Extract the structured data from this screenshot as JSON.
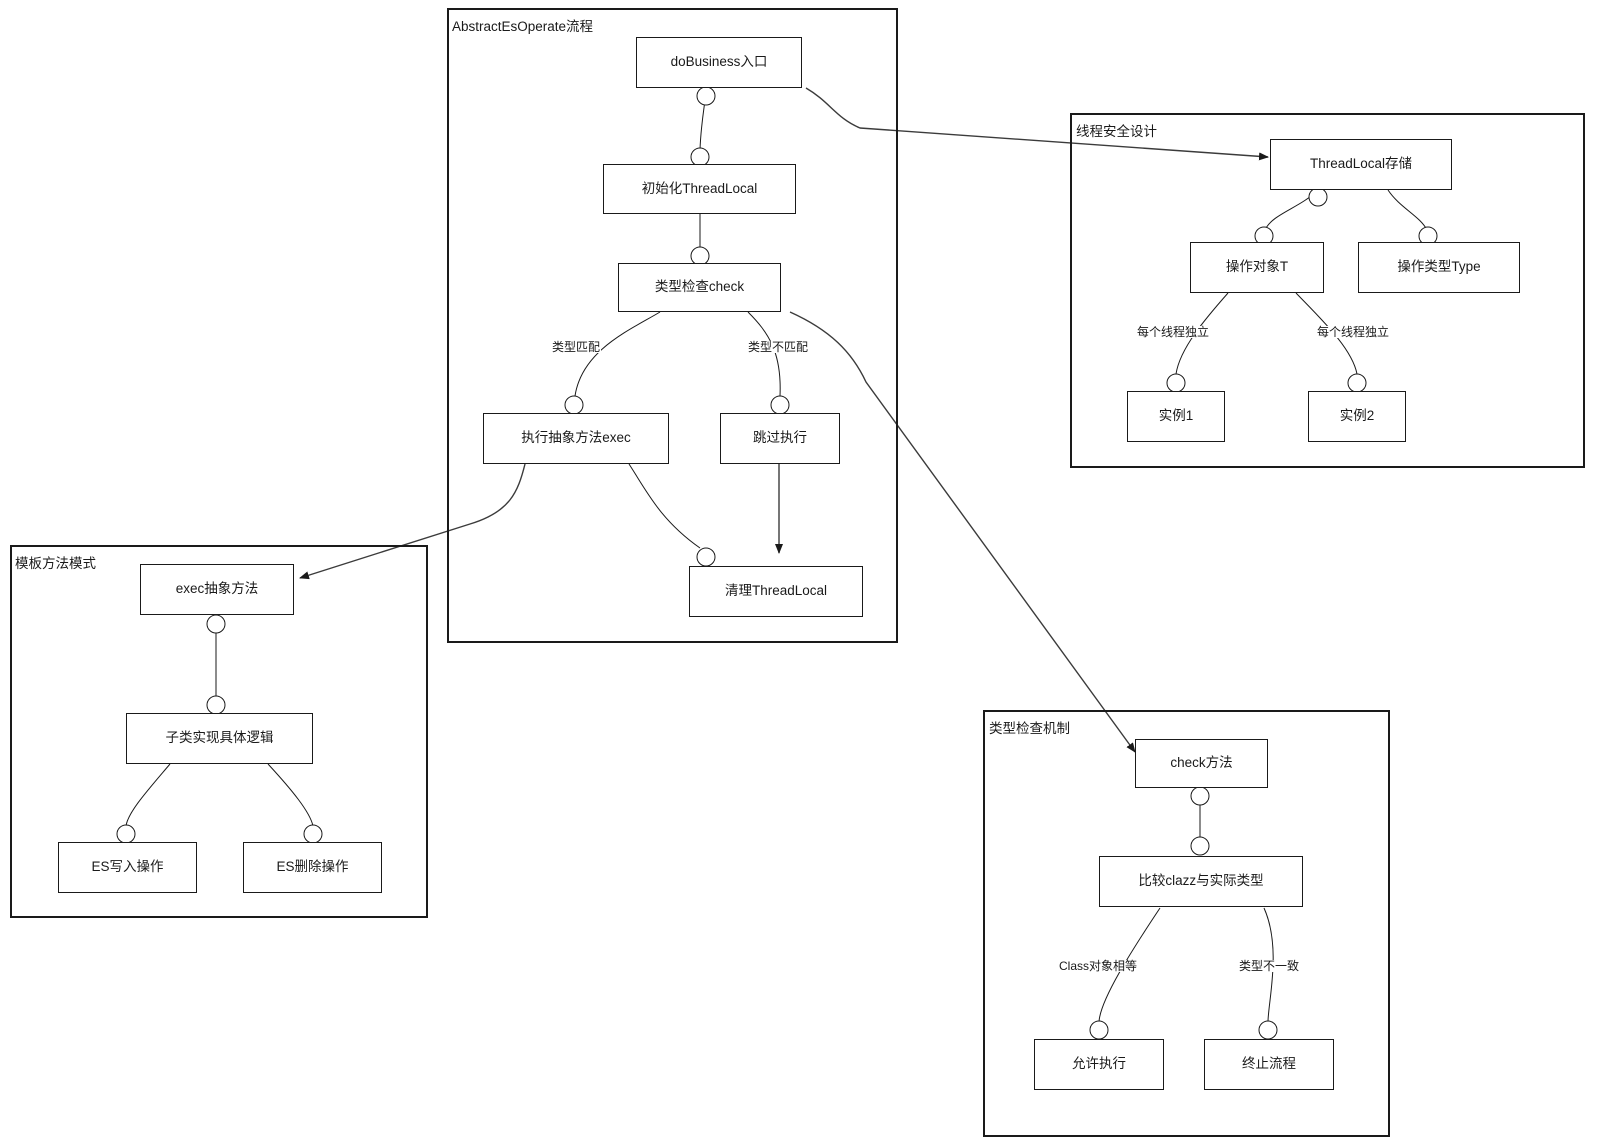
{
  "diagram": {
    "title_groups": [
      {
        "id": "abstract-flow",
        "label": "AbstractEsOperate流程"
      },
      {
        "id": "thread-safety",
        "label": "线程安全设计"
      },
      {
        "id": "template-method",
        "label": "模板方法模式"
      },
      {
        "id": "type-check",
        "label": "类型检查机制"
      }
    ],
    "nodes": {
      "do_business": "doBusiness入口",
      "init_threadlocal": "初始化ThreadLocal",
      "type_check": "类型检查check",
      "exec_abstract": "执行抽象方法exec",
      "skip_exec": "跳过执行",
      "clean_threadlocal": "清理ThreadLocal",
      "threadlocal_store": "ThreadLocal存储",
      "operate_object_t": "操作对象T",
      "operate_type": "操作类型Type",
      "instance_1": "实例1",
      "instance_2": "实例2",
      "exec_abstract_method": "exec抽象方法",
      "subclass_impl": "子类实现具体逻辑",
      "es_write": "ES写入操作",
      "es_delete": "ES删除操作",
      "check_method": "check方法",
      "compare_clazz": "比较clazz与实际类型",
      "allow_exec": "允许执行",
      "terminate_flow": "终止流程"
    },
    "edge_labels": {
      "type_match": "类型匹配",
      "type_mismatch": "类型不匹配",
      "per_thread_1": "每个线程独立",
      "per_thread_2": "每个线程独立",
      "class_equal": "Class对象相等",
      "type_inconsistent": "类型不一致"
    },
    "colors": {
      "stroke": "#1a1a1a",
      "background": "#ffffff",
      "arrow_stroke": "#3b3b3b"
    }
  }
}
